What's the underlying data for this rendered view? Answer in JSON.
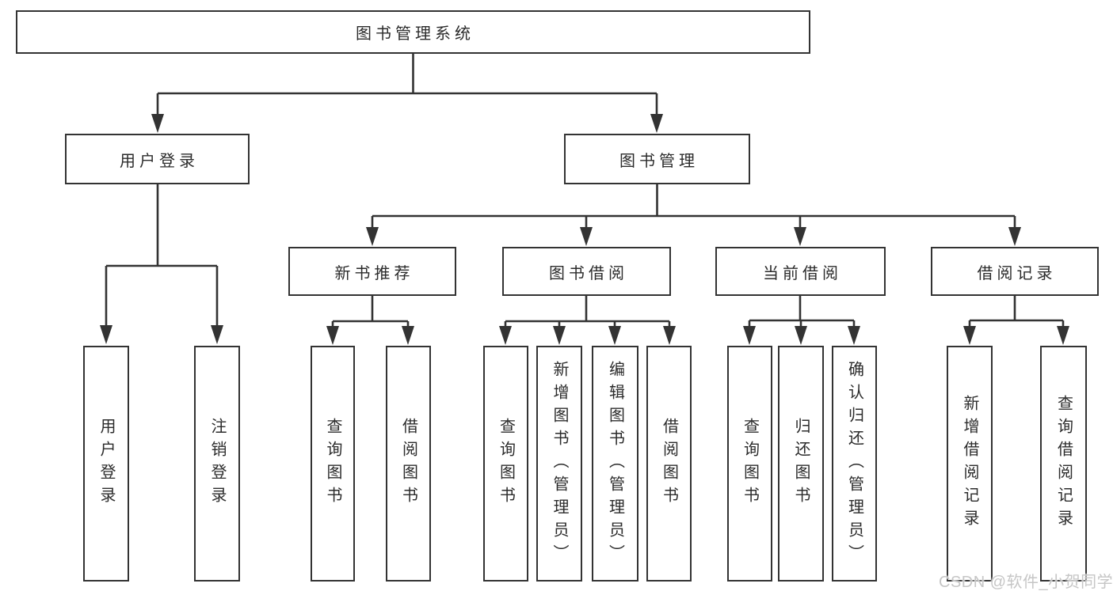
{
  "tree": {
    "root": {
      "label": "图书管理系统"
    },
    "children": [
      {
        "label": "用户登录",
        "children": [
          {
            "label": "用户登录"
          },
          {
            "label": "注销登录"
          }
        ]
      },
      {
        "label": "图书管理",
        "children": [
          {
            "label": "新书推荐",
            "children": [
              {
                "label": "查询图书"
              },
              {
                "label": "借阅图书"
              }
            ]
          },
          {
            "label": "图书借阅",
            "children": [
              {
                "label": "查询图书"
              },
              {
                "label": "新增图书（管理员）"
              },
              {
                "label": "编辑图书（管理员）"
              },
              {
                "label": "借阅图书"
              }
            ]
          },
          {
            "label": "当前借阅",
            "children": [
              {
                "label": "查询图书"
              },
              {
                "label": "归还图书"
              },
              {
                "label": "确认归还（管理员）"
              }
            ]
          },
          {
            "label": "借阅记录",
            "children": [
              {
                "label": "新增借阅记录"
              },
              {
                "label": "查询借阅记录"
              }
            ]
          }
        ]
      }
    ]
  },
  "watermark": {
    "text": "CSDN @软件_小贺同学",
    "color": "#c6c6c6"
  },
  "colors": {
    "line": "#333333",
    "text": "#2b2b2b",
    "background": "#ffffff"
  }
}
